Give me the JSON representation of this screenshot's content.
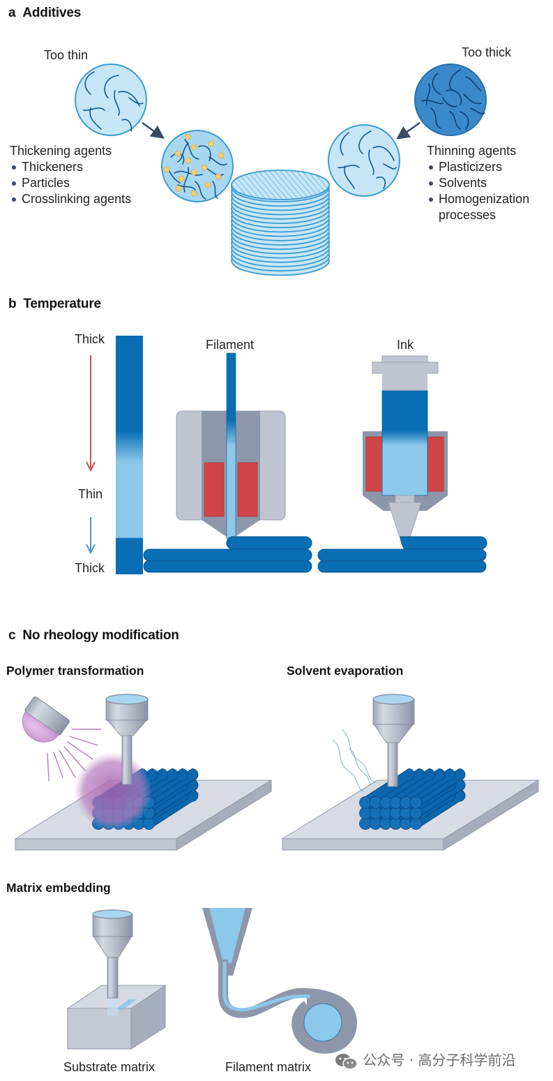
{
  "panels": {
    "a": {
      "letter": "a",
      "title": "Additives",
      "too_thin_label": "Too thin",
      "too_thick_label": "Too thick",
      "thickening": {
        "heading": "Thickening agents",
        "items": [
          "Thickeners",
          "Particles",
          "Crosslinking agents"
        ]
      },
      "thinning": {
        "heading": "Thinning agents",
        "items": [
          "Plasticizers",
          "Solvents",
          "Homogenization",
          "processes"
        ]
      }
    },
    "b": {
      "letter": "b",
      "title": "Temperature",
      "scale_labels": [
        "Thick",
        "Thin",
        "Thick"
      ],
      "filament_label": "Filament",
      "ink_label": "Ink"
    },
    "c": {
      "letter": "c",
      "title": "No rheology modification",
      "polymer_transformation": "Polymer transformation",
      "solvent_evaporation": "Solvent evaporation",
      "matrix_embedding": "Matrix embedding",
      "substrate_matrix": "Substrate matrix",
      "filament_matrix": "Filament matrix"
    }
  },
  "watermark": {
    "icon": "wechat-icon",
    "text": "公众号 · 高分子科学前沿"
  },
  "colors": {
    "dark_blue": "#0a6eb4",
    "light_blue": "#8cc8ea",
    "pale_blue": "#c6e6f7",
    "heater_red": "#cf4545",
    "steel_gray": "#b9bfcc",
    "uv_purple": "#b77bbd",
    "particle_yellow": "#f2cf78"
  }
}
